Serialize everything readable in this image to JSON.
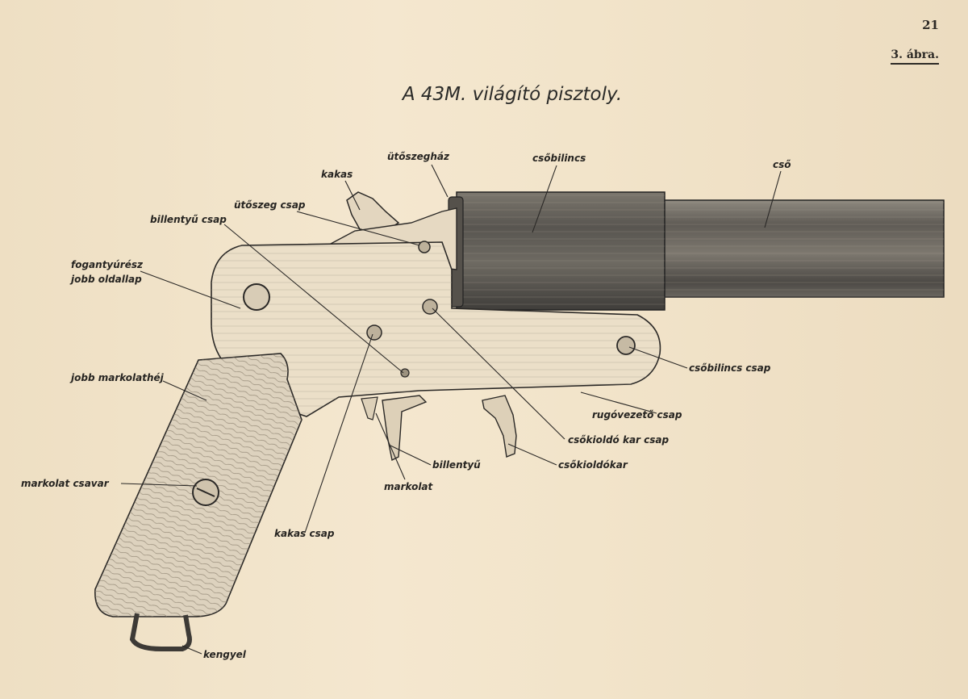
{
  "page_number": "21",
  "figure_label": "3. ábra.",
  "title": "A 43M. világító pisztoly.",
  "labels": {
    "uto_szeghaz": "ütőszegház",
    "csobilincs": "csőbilincs",
    "cso": "cső",
    "kakas": "kakas",
    "utoszeg_csap": "ütőszeg csap",
    "billentyu_csap": "billentyű csap",
    "fogantyuresz": "fogantyúrész",
    "jobb_oldallap": "jobb oldallap",
    "csobilincs_csap": "csőbilincs csap",
    "jobb_markolathej": "jobb markolathéj",
    "rugovezeto_csap": "rugóvezető csap",
    "csokioldo_kar_csap": "csőkioldó kar csap",
    "billentyu": "billentyű",
    "csokioldokar": "csőkioldókar",
    "markolat": "markolat",
    "markolat_csavar": "markolat csavar",
    "kakas_csap": "kakas csap",
    "kengyel": "kengyel"
  },
  "colors": {
    "paper": "#f1e3c9",
    "ink": "#2a2826",
    "barrel": "#6f6a62",
    "frame": "#e9dcc6"
  }
}
